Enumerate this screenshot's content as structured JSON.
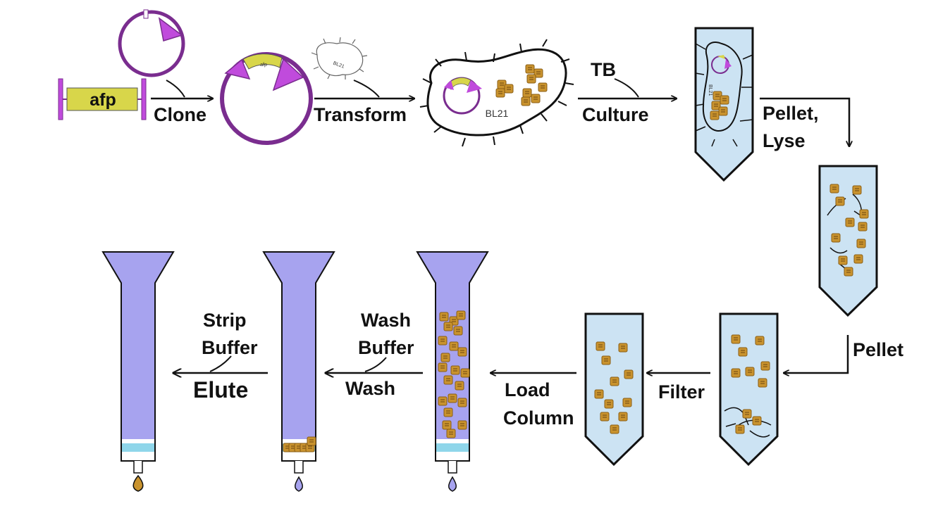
{
  "labels": {
    "gene": "afp",
    "gene_small": "afp",
    "clone": "Clone",
    "transform": "Transform",
    "host": "BL21",
    "host_tube": "BL21",
    "host_sketch": "BL21",
    "tb": "TB",
    "culture": "Culture",
    "pellet_lyse_1": "Pellet,",
    "pellet_lyse_2": "Lyse",
    "pellet": "Pellet",
    "filter": "Filter",
    "load_1": "Load",
    "load_2": "Column",
    "wash_1": "Wash",
    "wash_2": "Buffer",
    "wash_action": "Wash",
    "strip_1": "Strip",
    "strip_2": "Buffer",
    "elute": "Elute"
  },
  "colors": {
    "plasmid_purple": "#7a2d8f",
    "marker_magenta": "#c04bdc",
    "gene_yellow": "#d8d64a",
    "tube_fill": "#cce3f3",
    "column_fill": "#a7a3ef",
    "bed_blue": "#8fd6ea",
    "protein_gold": "#c9932e",
    "outline": "#111111"
  }
}
